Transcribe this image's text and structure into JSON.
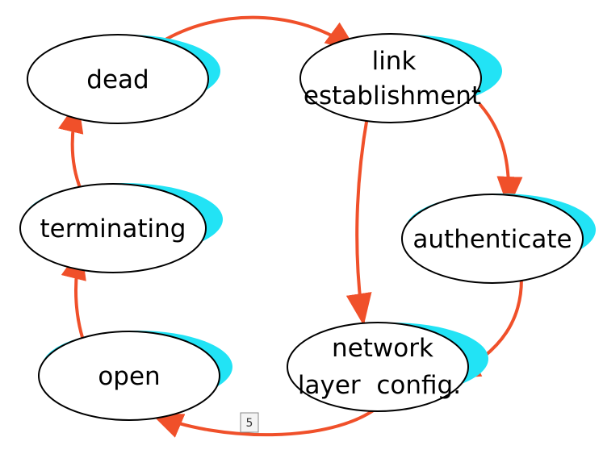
{
  "colors": {
    "shadow": "#22e3f5",
    "arrow": "#f0502a",
    "node_fill": "#ffffff",
    "node_stroke": "#000000"
  },
  "nodes": {
    "dead": {
      "lines": [
        "dead"
      ]
    },
    "link_establishment": {
      "lines": [
        "link",
        "establishment"
      ]
    },
    "terminating": {
      "lines": [
        "terminating"
      ]
    },
    "authenticate": {
      "lines": [
        "authenticate"
      ]
    },
    "open": {
      "lines": [
        "open"
      ]
    },
    "network_layer_config": {
      "lines": [
        "network",
        "layer  config."
      ]
    }
  },
  "page_badge": "5"
}
